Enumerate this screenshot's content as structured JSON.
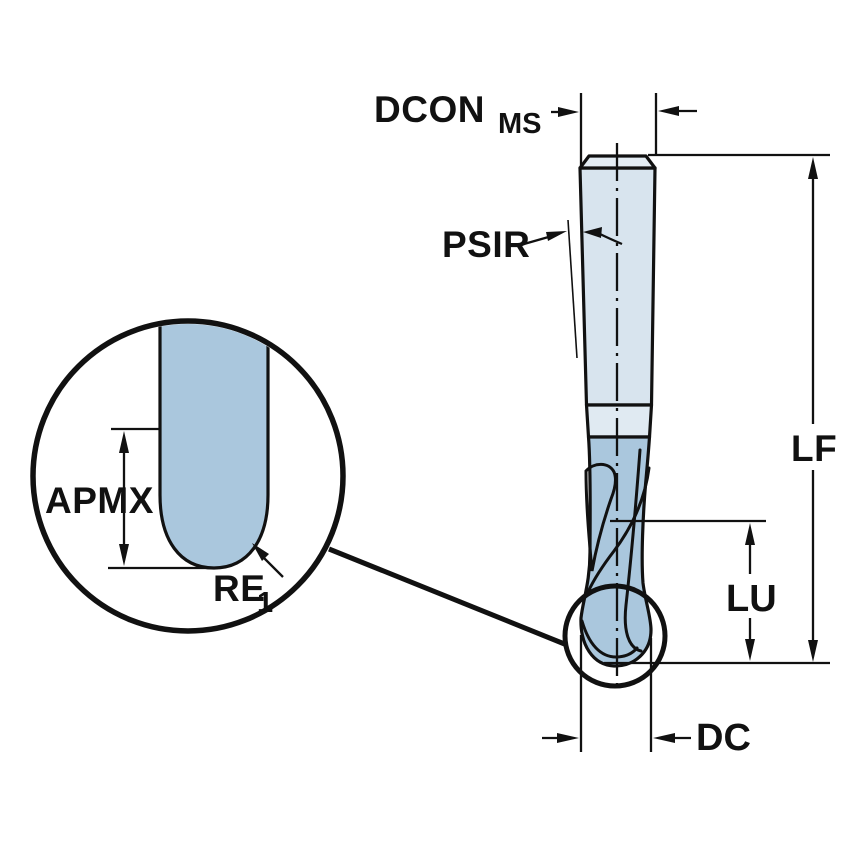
{
  "diagram": {
    "labels": {
      "dcon_main": "DCON",
      "dcon_sub": "MS",
      "psir": "PSIR",
      "lf": "LF",
      "lu": "LU",
      "dc": "DC",
      "apmx": "APMX",
      "re_main": "RE",
      "re_sub": "1"
    },
    "colors": {
      "outline": "#111111",
      "background": "#ffffff",
      "shank_fill": "#d8e4ee",
      "shank_top_fill": "#e4edf4",
      "neck_fill": "#e0eaf2",
      "flute_fill": "#aac7dd"
    }
  }
}
